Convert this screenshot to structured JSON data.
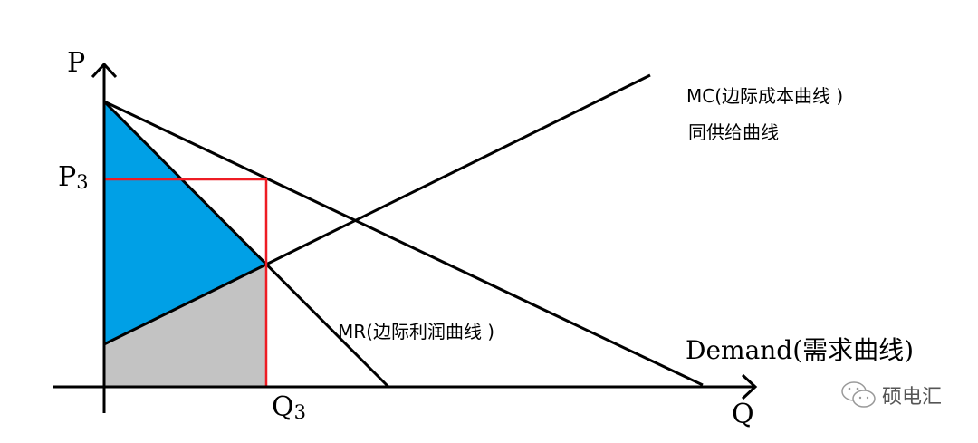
{
  "axes": {
    "y_label": "P",
    "x_label": "Q"
  },
  "price_label": {
    "main": "P",
    "sub": "3"
  },
  "quantity_label": {
    "main": "Q",
    "sub": "3"
  },
  "curves": {
    "mc_label": "MC(边际成本曲线 )",
    "mc_sublabel": "同供给曲线",
    "mr_label": "MR(边际利润曲线 )",
    "demand_label": "Demand(需求曲线)"
  },
  "colors": {
    "blue_area": "#00a0e6",
    "gray_area": "#c3c3c3",
    "red_lines": "#ee1c24",
    "lines": "#000000"
  },
  "watermark": {
    "text": "硕电汇",
    "icon": "wechat-icon"
  }
}
